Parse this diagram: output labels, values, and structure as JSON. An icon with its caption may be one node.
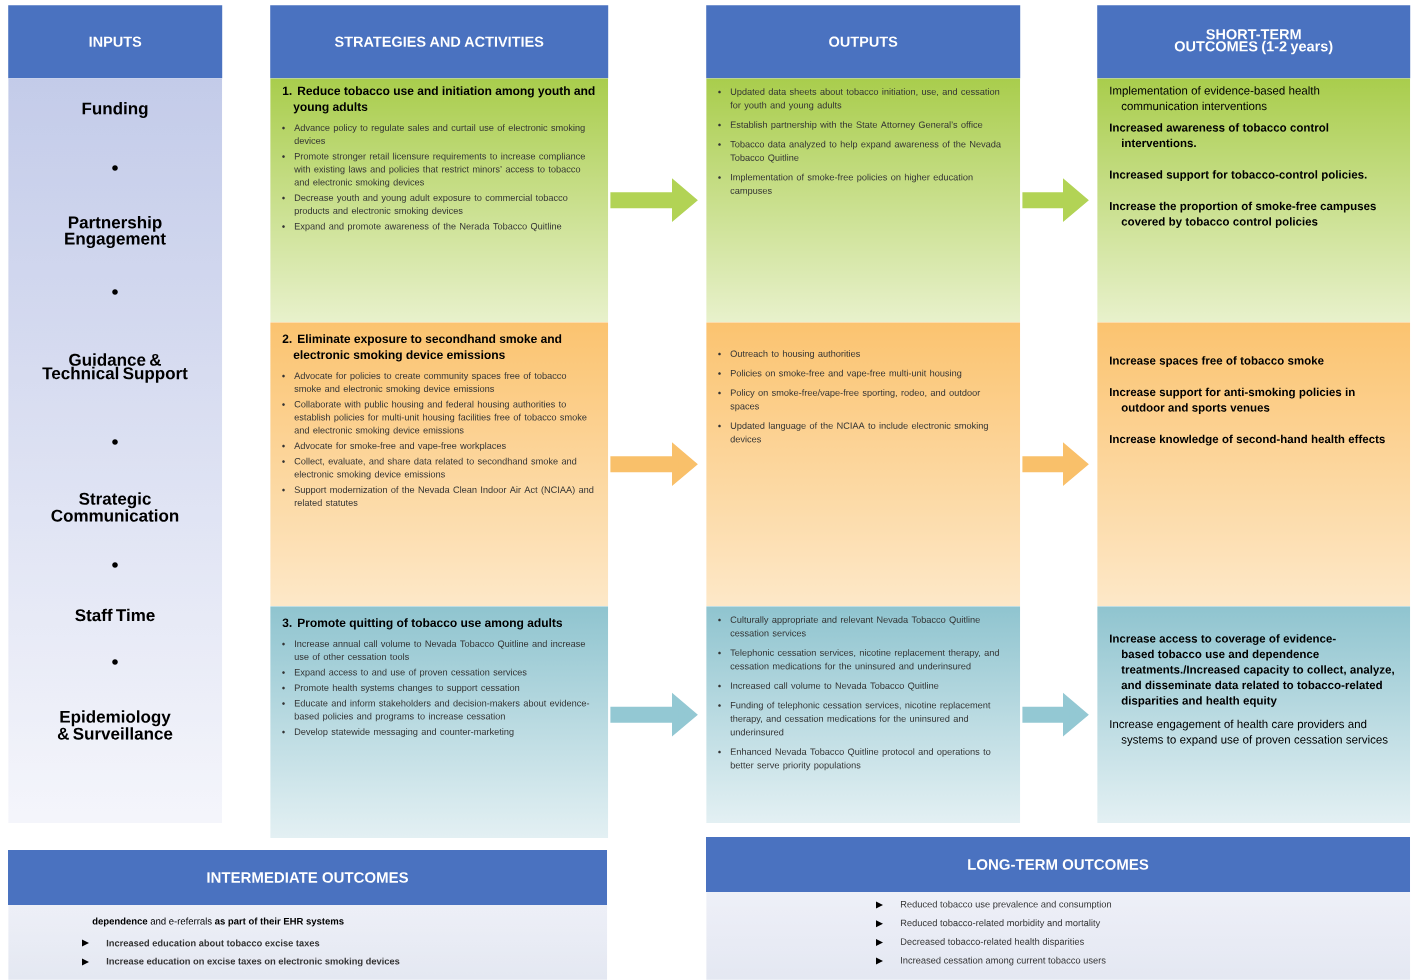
{
  "diagram": {
    "nodes": [
      {
        "text": [
          "INPUTS"
        ]
      },
      {
        "text": [
          "Funding",
          "Partnership Engagement",
          "Guidance & Technical Support",
          "Strategic Communication",
          "Staff Time",
          "Epidemiology & Surveillance"
        ]
      },
      {
        "text": [
          "STRATEGIES AND ACTIVITIES"
        ]
      },
      {
        "text": [
          "OUTPUTS"
        ]
      },
      {
        "text": [
          "SHORT-TERM OUTCOMES (1-2 years)"
        ]
      },
      {
        "text": [
          "1. Reduce tobacco use and initiation among youth and young adults",
          "Advance policy to regulate sales and curtail use of electronic smoking devices",
          "Promote stronger retail licensure requirements to increase compliance with existing laws and policies that restrict minors’ access to tobacco and electronic smoking devices",
          "Decrease youth and young adult exposure to commercial tobacco products and electronic smoking devices",
          "Expand and promote awareness of the Nerada Tobacco Quitline"
        ]
      },
      {
        "text": [
          "Updated data sheets about tobacco initiation, use, and cessation for youth and young adults",
          "Establish partnership with the State Attorney General’s office",
          "Tobacco data analyzed to help expand awareness of the Nevada Tobacco Quitline",
          "Implementation of smoke-free policies on higher education campuses"
        ]
      },
      {
        "text": [
          "Implementation of evidence-based health communication interventions",
          "Increased awareness of tobacco control interventions.",
          "Increased support for tobacco-control policies.",
          "Increase the proportion of smoke-free campuses covered by tobacco control policies"
        ]
      },
      {
        "text": [
          "2. Eliminate exposure to secondhand smoke and electronic smoking device emissions",
          "Advocate for policies to create community spaces free of tobacco smoke and electronic smoking device emissions",
          "Collaborate with public housing and federal housing authorities to establish policies for multi-unit housing facilities free of tobacco smoke and electronic smoking device emissions",
          "Advocate for smoke-free and vape-free workplaces",
          "Collect, evaluate, and share data related to secondhand smoke and electronic smoking device emissions",
          "Support modernization of the Nevada Clean Indoor Air Act (NCIAA) and related statutes"
        ]
      },
      {
        "text": [
          "Outreach to housing authorities",
          "Policies on smoke-free and vape-free multi-unit housing",
          "Policy on smoke-free/vape-free sporting, rodeo, and outdoor spaces",
          "Updated language of the NCIAA to include electronic smoking devices"
        ]
      },
      {
        "text": [
          "Increase spaces free of tobacco smoke",
          "Increase support for anti-smoking policies in outdoor and sports venues",
          "Increase knowledge of second-hand health effects"
        ]
      },
      {
        "text": [
          "3. Promote quitting of tobacco use among adults",
          "Increase annual call volume to Nevada Tobacco Quitline and increase use of other cessation tools",
          "Expand access to and use of proven cessation services",
          "Promote health systems changes to support cessation",
          "Educate and inform stakeholders and decision-makers about evidence-based policies and programs to increase cessation",
          "Develop statewide messaging and counter-marketing"
        ]
      },
      {
        "text": [
          "Culturally appropriate and relevant Nevada Tobacco Quitline cessation services",
          "Telephonic cessation services, nicotine replacement therapy, and cessation medications for the uninsured and underinsured",
          "Increased call volume to Nevada Tobacco Quitline",
          "Funding of telephonic cessation services, nicotine replacement therapy, and cessation medications for the uninsured and underinsured",
          "Enhanced Nevada Tobacco Quitline protocol and operations to better serve priority populations"
        ]
      },
      {
        "text": [
          "Increase access to coverage of evidence-based tobacco use and dependence treatments./Increased capacity to collect, analyze, and disseminate data related to tobacco-related disparities and health equity",
          "Increase engagement of health care providers and systems to expand use of proven cessation services"
        ]
      },
      {
        "text": [
          "INTERMEDIATE OUTCOMES",
          "**dependence** and e-referrals **as part of their EHR systems**",
          "Increased education about tobacco excise taxes",
          "Increase education on excise taxes on electronic smoking devices"
        ]
      },
      {
        "text": [
          "LONG-TERM OUTCOMES",
          "Reduced tobacco use prevalence and consumption",
          "Reduced tobacco-related morbidity and mortality",
          "Decreased tobacco-related health disparities",
          "Increased cessation among current tobacco users"
        ]
      }
    ],
    "edges": [
      {
        "from": 5,
        "to": 6,
        "arrow": "to",
        "color": "#b2d355"
      },
      {
        "from": 6,
        "to": 7,
        "arrow": "to",
        "color": "#b2d355"
      },
      {
        "from": 8,
        "to": 9,
        "arrow": "to",
        "color": "#f9c06a"
      },
      {
        "from": 9,
        "to": 10,
        "arrow": "to",
        "color": "#f9c06a"
      },
      {
        "from": 11,
        "to": 12,
        "arrow": "to",
        "color": "#93c8d3"
      },
      {
        "from": 12,
        "to": 13,
        "arrow": "to",
        "color": "#93c8d3"
      }
    ]
  }
}
